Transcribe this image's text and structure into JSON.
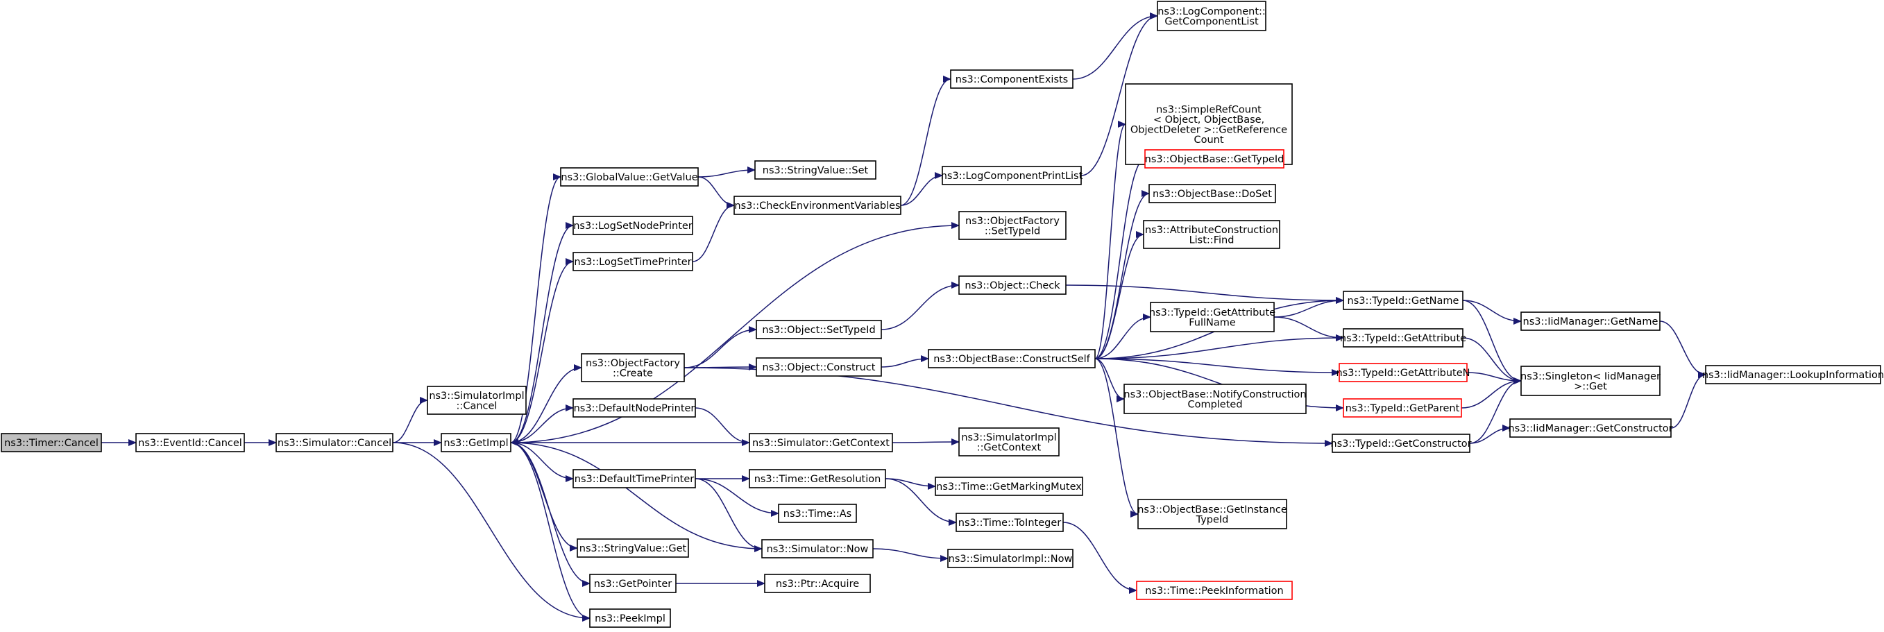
{
  "colors": {
    "edge": "#191970",
    "root_fill": "#bfbfbf",
    "truncated_border": "#ff0000",
    "border": "#000000"
  },
  "nodes": [
    {
      "id": "timer_cancel",
      "lines": [
        "ns3::Timer::Cancel"
      ],
      "kind": "root"
    },
    {
      "id": "eventid_cancel",
      "lines": [
        "ns3::EventId::Cancel"
      ],
      "kind": "normal"
    },
    {
      "id": "sim_cancel",
      "lines": [
        "ns3::Simulator::Cancel"
      ],
      "kind": "normal"
    },
    {
      "id": "simimpl_cancel",
      "lines": [
        "ns3::SimulatorImpl",
        "::Cancel"
      ],
      "kind": "normal"
    },
    {
      "id": "getimpl",
      "lines": [
        "ns3::GetImpl"
      ],
      "kind": "normal"
    },
    {
      "id": "peekimpl",
      "lines": [
        "ns3::PeekImpl"
      ],
      "kind": "normal"
    },
    {
      "id": "gv_getvalue",
      "lines": [
        "ns3::GlobalValue::GetValue"
      ],
      "kind": "normal"
    },
    {
      "id": "logsetnodeprinter",
      "lines": [
        "ns3::LogSetNodePrinter"
      ],
      "kind": "normal"
    },
    {
      "id": "logsettimeprinter",
      "lines": [
        "ns3::LogSetTimePrinter"
      ],
      "kind": "normal"
    },
    {
      "id": "of_create",
      "lines": [
        "ns3::ObjectFactory",
        "::Create"
      ],
      "kind": "normal"
    },
    {
      "id": "defaultnodeprinter",
      "lines": [
        "ns3::DefaultNodePrinter"
      ],
      "kind": "normal"
    },
    {
      "id": "defaulttimeprinter",
      "lines": [
        "ns3::DefaultTimePrinter"
      ],
      "kind": "normal"
    },
    {
      "id": "stringvalue_get",
      "lines": [
        "ns3::StringValue::Get"
      ],
      "kind": "normal"
    },
    {
      "id": "getpointer",
      "lines": [
        "ns3::GetPointer"
      ],
      "kind": "normal"
    },
    {
      "id": "stringvalue_set",
      "lines": [
        "ns3::StringValue::Set"
      ],
      "kind": "normal"
    },
    {
      "id": "checkenv",
      "lines": [
        "ns3::CheckEnvironmentVariables"
      ],
      "kind": "normal"
    },
    {
      "id": "obj_settypeid",
      "lines": [
        "ns3::Object::SetTypeId"
      ],
      "kind": "normal"
    },
    {
      "id": "obj_construct",
      "lines": [
        "ns3::Object::Construct"
      ],
      "kind": "normal"
    },
    {
      "id": "sim_getcontext",
      "lines": [
        "ns3::Simulator::GetContext"
      ],
      "kind": "normal"
    },
    {
      "id": "time_getresolution",
      "lines": [
        "ns3::Time::GetResolution"
      ],
      "kind": "normal"
    },
    {
      "id": "time_as",
      "lines": [
        "ns3::Time::As"
      ],
      "kind": "normal"
    },
    {
      "id": "sim_now",
      "lines": [
        "ns3::Simulator::Now"
      ],
      "kind": "normal"
    },
    {
      "id": "ptr_acquire",
      "lines": [
        "ns3::Ptr::Acquire"
      ],
      "kind": "normal"
    },
    {
      "id": "componentexists",
      "lines": [
        "ns3::ComponentExists"
      ],
      "kind": "normal"
    },
    {
      "id": "logcomponentprintlist",
      "lines": [
        "ns3::LogComponentPrintList"
      ],
      "kind": "normal"
    },
    {
      "id": "of_settypeid",
      "lines": [
        "ns3::ObjectFactory",
        "::SetTypeId"
      ],
      "kind": "normal"
    },
    {
      "id": "obj_check",
      "lines": [
        "ns3::Object::Check"
      ],
      "kind": "normal"
    },
    {
      "id": "ob_constructself",
      "lines": [
        "ns3::ObjectBase::ConstructSelf"
      ],
      "kind": "normal"
    },
    {
      "id": "simimpl_getcontext",
      "lines": [
        "ns3::SimulatorImpl",
        "::GetContext"
      ],
      "kind": "normal"
    },
    {
      "id": "time_getmarkingmutex",
      "lines": [
        "ns3::Time::GetMarkingMutex"
      ],
      "kind": "normal"
    },
    {
      "id": "time_tointeger",
      "lines": [
        "ns3::Time::ToInteger"
      ],
      "kind": "normal"
    },
    {
      "id": "simimpl_now",
      "lines": [
        "ns3::SimulatorImpl::Now"
      ],
      "kind": "normal"
    },
    {
      "id": "logcomponent_getlist",
      "lines": [
        "ns3::LogComponent::",
        "GetComponentList"
      ],
      "kind": "normal"
    },
    {
      "id": "simplerefcount",
      "lines": [
        "ns3::SimpleRefCount",
        "< Object, ObjectBase,",
        " ObjectDeleter >::GetReference",
        "Count"
      ],
      "kind": "normal"
    },
    {
      "id": "ob_gettypeid",
      "lines": [
        "ns3::ObjectBase::GetTypeId"
      ],
      "kind": "truncated"
    },
    {
      "id": "ob_doset",
      "lines": [
        "ns3::ObjectBase::DoSet"
      ],
      "kind": "normal"
    },
    {
      "id": "acl_find",
      "lines": [
        "ns3::AttributeConstruction",
        "List::Find"
      ],
      "kind": "normal"
    },
    {
      "id": "typeid_getattributefullname",
      "lines": [
        "ns3::TypeId::GetAttribute",
        "FullName"
      ],
      "kind": "normal"
    },
    {
      "id": "ob_notifyconstructioncompleted",
      "lines": [
        "ns3::ObjectBase::NotifyConstruction",
        "Completed"
      ],
      "kind": "normal"
    },
    {
      "id": "ob_getinstancetypeid",
      "lines": [
        "ns3::ObjectBase::GetInstance",
        "TypeId"
      ],
      "kind": "normal"
    },
    {
      "id": "time_peekinformation",
      "lines": [
        "ns3::Time::PeekInformation"
      ],
      "kind": "truncated"
    },
    {
      "id": "typeid_getname",
      "lines": [
        "ns3::TypeId::GetName"
      ],
      "kind": "normal"
    },
    {
      "id": "typeid_getattribute",
      "lines": [
        "ns3::TypeId::GetAttribute"
      ],
      "kind": "normal"
    },
    {
      "id": "typeid_getattributen",
      "lines": [
        "ns3::TypeId::GetAttributeN"
      ],
      "kind": "truncated"
    },
    {
      "id": "typeid_getparent",
      "lines": [
        "ns3::TypeId::GetParent"
      ],
      "kind": "truncated"
    },
    {
      "id": "typeid_getconstructor",
      "lines": [
        "ns3::TypeId::GetConstructor"
      ],
      "kind": "normal"
    },
    {
      "id": "iid_getname",
      "lines": [
        "ns3::IidManager::GetName"
      ],
      "kind": "normal"
    },
    {
      "id": "singleton_get",
      "lines": [
        "ns3::Singleton< IidManager",
        " >::Get"
      ],
      "kind": "normal"
    },
    {
      "id": "iid_getconstructor",
      "lines": [
        "ns3::IidManager::GetConstructor"
      ],
      "kind": "normal"
    },
    {
      "id": "iid_lookupinformation",
      "lines": [
        "ns3::IidManager::LookupInformation"
      ],
      "kind": "normal"
    }
  ],
  "edges": [
    [
      "timer_cancel",
      "eventid_cancel"
    ],
    [
      "eventid_cancel",
      "sim_cancel"
    ],
    [
      "sim_cancel",
      "simimpl_cancel"
    ],
    [
      "sim_cancel",
      "getimpl"
    ],
    [
      "sim_cancel",
      "peekimpl"
    ],
    [
      "getimpl",
      "gv_getvalue"
    ],
    [
      "getimpl",
      "logsetnodeprinter"
    ],
    [
      "getimpl",
      "logsettimeprinter"
    ],
    [
      "getimpl",
      "of_create"
    ],
    [
      "getimpl",
      "defaultnodeprinter"
    ],
    [
      "getimpl",
      "defaulttimeprinter"
    ],
    [
      "getimpl",
      "stringvalue_get"
    ],
    [
      "getimpl",
      "getpointer"
    ],
    [
      "getimpl",
      "peekimpl"
    ],
    [
      "getimpl",
      "of_settypeid"
    ],
    [
      "gv_getvalue",
      "stringvalue_set"
    ],
    [
      "gv_getvalue",
      "checkenv"
    ],
    [
      "logsettimeprinter",
      "checkenv"
    ],
    [
      "checkenv",
      "componentexists"
    ],
    [
      "checkenv",
      "logcomponentprintlist"
    ],
    [
      "componentexists",
      "logcomponent_getlist"
    ],
    [
      "logcomponentprintlist",
      "logcomponent_getlist"
    ],
    [
      "of_create",
      "obj_settypeid"
    ],
    [
      "of_create",
      "obj_construct"
    ],
    [
      "of_create",
      "typeid_getconstructor"
    ],
    [
      "obj_settypeid",
      "obj_check"
    ],
    [
      "obj_construct",
      "ob_constructself"
    ],
    [
      "obj_check",
      "typeid_getname"
    ],
    [
      "defaultnodeprinter",
      "sim_getcontext"
    ],
    [
      "sim_getcontext",
      "getimpl"
    ],
    [
      "sim_getcontext",
      "simimpl_getcontext"
    ],
    [
      "defaulttimeprinter",
      "time_getresolution"
    ],
    [
      "defaulttimeprinter",
      "time_as"
    ],
    [
      "defaulttimeprinter",
      "sim_now"
    ],
    [
      "time_getresolution",
      "time_getmarkingmutex"
    ],
    [
      "time_getresolution",
      "time_tointeger"
    ],
    [
      "time_tointeger",
      "time_peekinformation"
    ],
    [
      "sim_now",
      "getimpl"
    ],
    [
      "sim_now",
      "simimpl_now"
    ],
    [
      "getpointer",
      "ptr_acquire"
    ],
    [
      "ob_constructself",
      "simplerefcount"
    ],
    [
      "ob_constructself",
      "ob_gettypeid"
    ],
    [
      "ob_constructself",
      "ob_doset"
    ],
    [
      "ob_constructself",
      "acl_find"
    ],
    [
      "ob_constructself",
      "typeid_getattributefullname"
    ],
    [
      "ob_constructself",
      "typeid_getname"
    ],
    [
      "ob_constructself",
      "typeid_getattribute"
    ],
    [
      "ob_constructself",
      "typeid_getattributen"
    ],
    [
      "ob_constructself",
      "ob_notifyconstructioncompleted"
    ],
    [
      "ob_constructself",
      "ob_getinstancetypeid"
    ],
    [
      "ob_constructself",
      "typeid_getparent"
    ],
    [
      "typeid_getattributefullname",
      "typeid_getname"
    ],
    [
      "typeid_getattributefullname",
      "typeid_getattribute"
    ],
    [
      "typeid_getname",
      "iid_getname"
    ],
    [
      "typeid_getname",
      "singleton_get"
    ],
    [
      "typeid_getattribute",
      "singleton_get"
    ],
    [
      "typeid_getattributen",
      "singleton_get"
    ],
    [
      "typeid_getparent",
      "singleton_get"
    ],
    [
      "typeid_getconstructor",
      "singleton_get"
    ],
    [
      "typeid_getconstructor",
      "iid_getconstructor"
    ],
    [
      "iid_getname",
      "iid_lookupinformation"
    ],
    [
      "iid_getconstructor",
      "iid_lookupinformation"
    ]
  ]
}
